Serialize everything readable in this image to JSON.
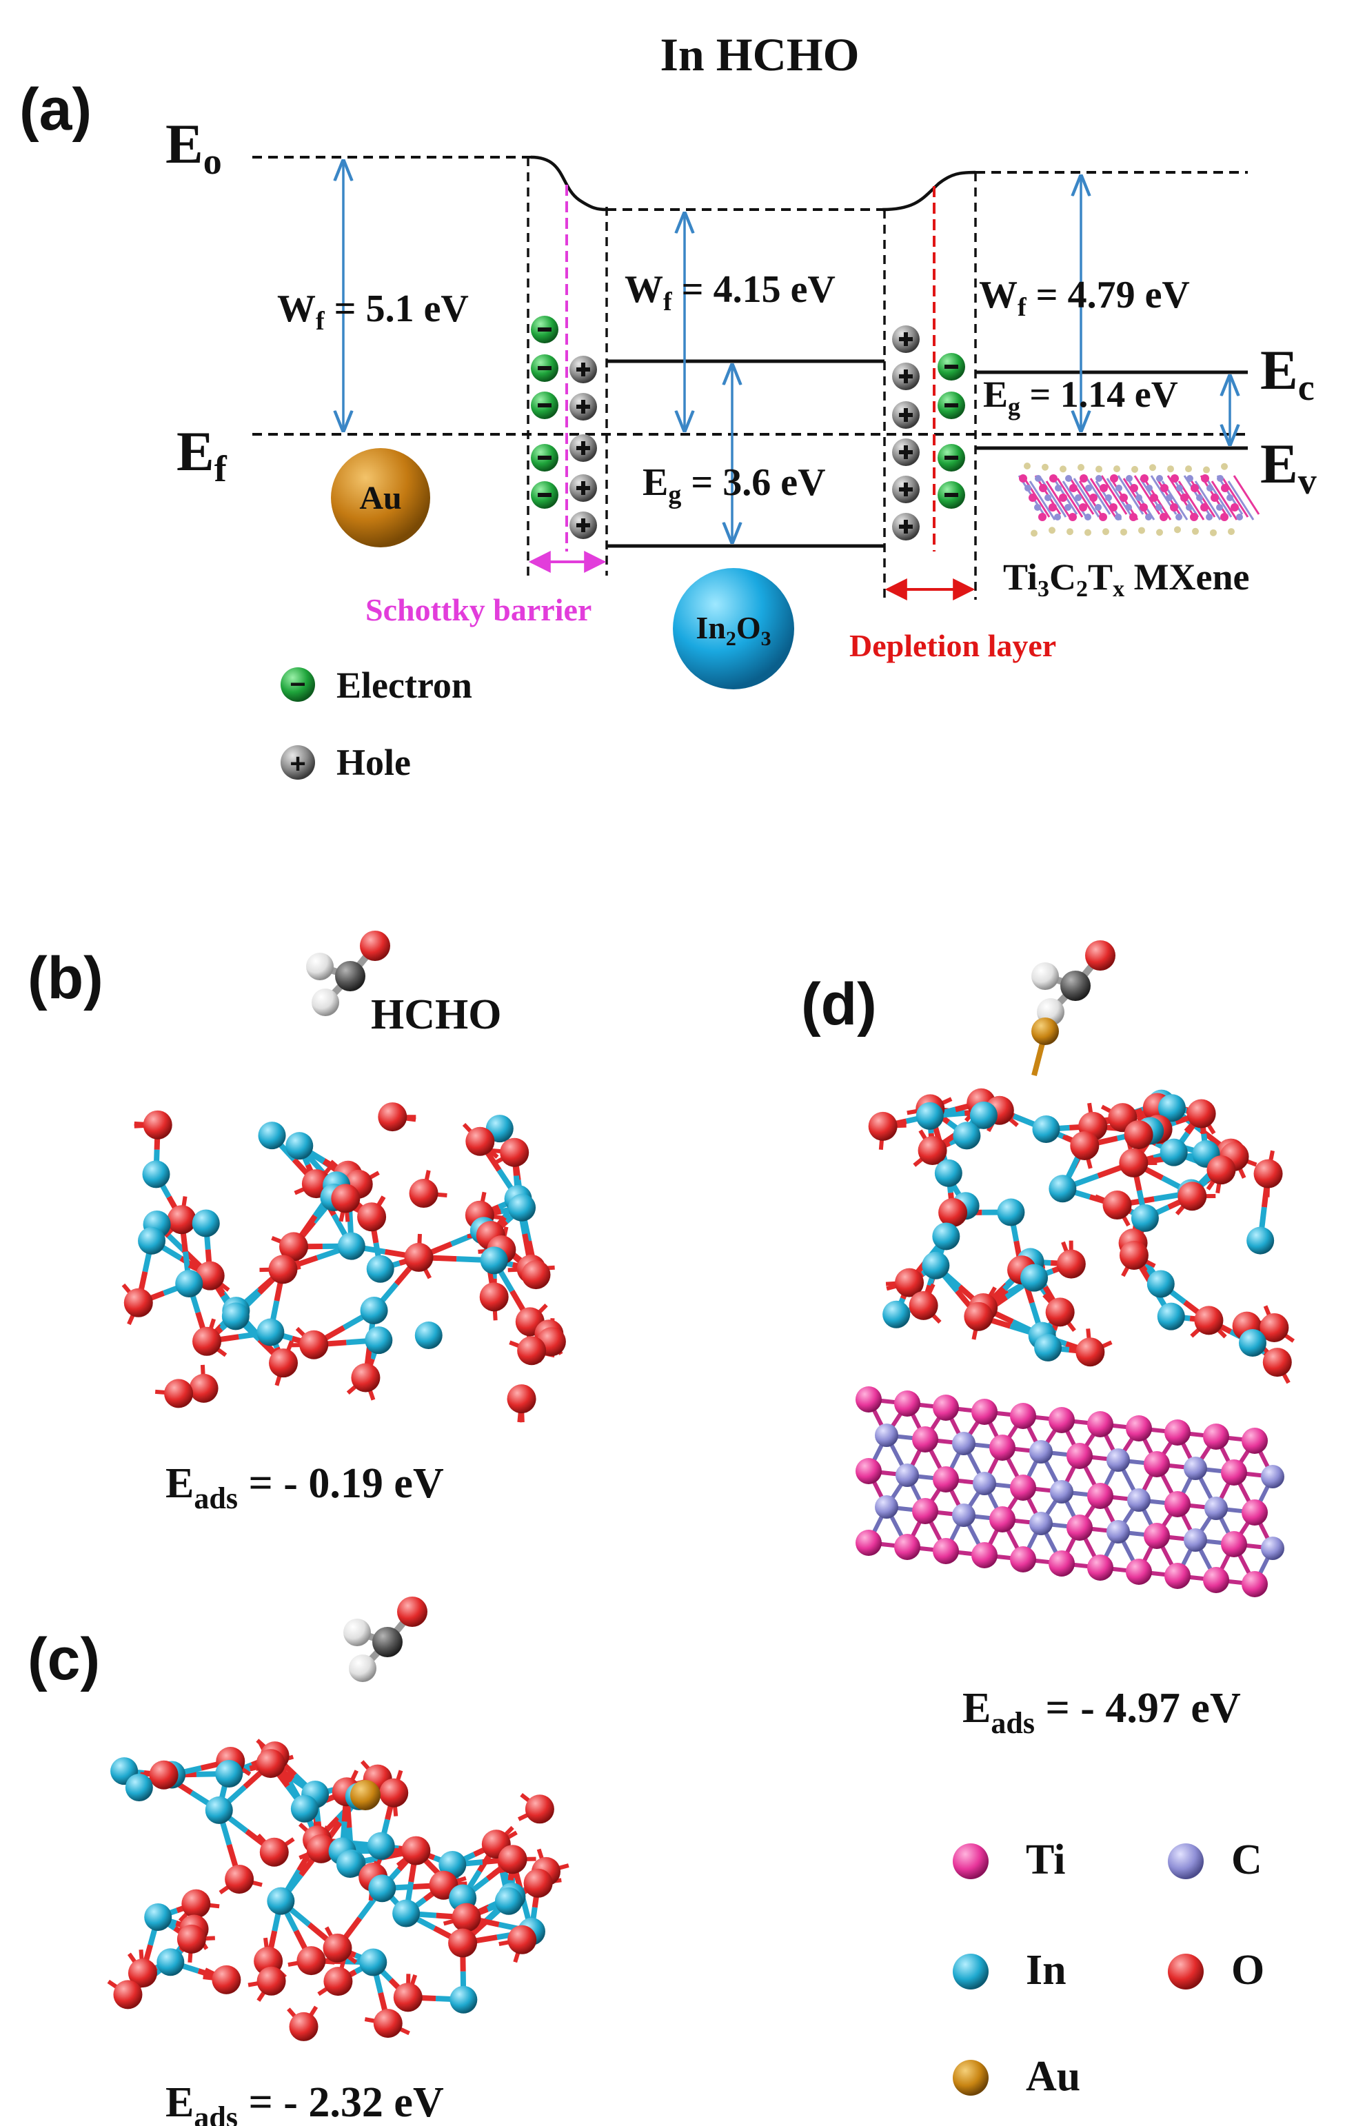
{
  "title": "In HCHO",
  "panels": {
    "a": {
      "label": "(a)"
    },
    "b": {
      "label": "(b)",
      "molecule": "HCHO",
      "energy_main": "E",
      "energy_sub": "ads",
      "energy_value": " = - 0.19 eV"
    },
    "c": {
      "label": "(c)",
      "energy_main": "E",
      "energy_sub": "ads",
      "energy_value": " = - 2.32 eV"
    },
    "d": {
      "label": "(d)",
      "energy_main": "E",
      "energy_sub": "ads",
      "energy_value": " = - 4.97 eV"
    }
  },
  "levels": {
    "e0": {
      "main": "E",
      "sub": "o"
    },
    "ef": {
      "main": "E",
      "sub": "f"
    },
    "ec": {
      "main": "E",
      "sub": "c"
    },
    "ev": {
      "main": "E",
      "sub": "v"
    }
  },
  "au": {
    "label": "Au",
    "wf_main": "W",
    "wf_sub": "f",
    "wf_value": " = 5.1 eV"
  },
  "in2o3": {
    "label_a": "In",
    "label_b": "2",
    "label_c": "O",
    "label_d": "3",
    "wf_main": "W",
    "wf_sub": "f",
    "wf_value": " = 4.15 eV",
    "eg_main": "E",
    "eg_sub": "g",
    "eg_value": " = 3.6 eV"
  },
  "mxene": {
    "wf_main": "W",
    "wf_sub": "f",
    "wf_value": " = 4.79 eV",
    "eg_main": "E",
    "eg_sub": "g",
    "eg_value": " = 1.14 eV",
    "name_a": "Ti",
    "name_b": "3",
    "name_c": "C",
    "name_d": "2",
    "name_e": "T",
    "name_f": "x",
    "name_g": " MXene"
  },
  "annotations": {
    "schottky": "Schottky barrier",
    "depletion": "Depletion layer"
  },
  "carriers_legend": {
    "electron": "Electron",
    "hole": "Hole",
    "minus": "−",
    "plus": "+"
  },
  "atom_legend": [
    {
      "label": "Ti",
      "color": "#e8369b"
    },
    {
      "label": "C",
      "color": "#8f8fd6"
    },
    {
      "label": "In",
      "color": "#1fa9cf"
    },
    {
      "label": "O",
      "color": "#e22a2a"
    },
    {
      "label": "Au",
      "color": "#c88412"
    }
  ],
  "colors": {
    "electron": "#1fa43b",
    "hole": "#6c6c6c",
    "arrow_blue": "#3a86c6",
    "schottky": "#e23ddb",
    "depletion": "#e01616",
    "in_atom": "#1fa9cf",
    "o_atom": "#e22a2a",
    "ti_atom": "#e8369b",
    "c_atom": "#8f8fd6",
    "au_atom": "#c88412",
    "h_atom": "#e6e6e6",
    "carbon_mol": "#555555"
  }
}
